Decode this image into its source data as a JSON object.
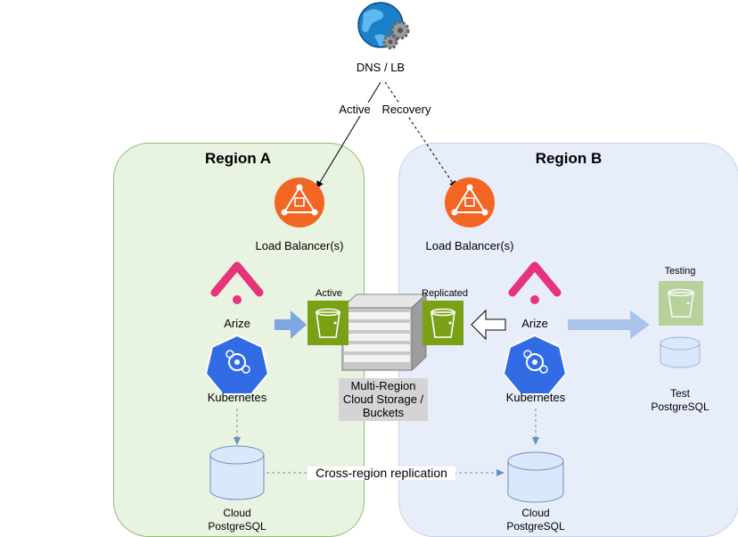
{
  "dns": {
    "label": "DNS / LB"
  },
  "links": {
    "active": "Active",
    "recovery": "Recovery"
  },
  "region_a": {
    "title": "Region A",
    "load_balancer": "Load Balancer(s)",
    "app": "Arize",
    "orchestrator": "Kubernetes",
    "db": [
      "Cloud",
      "PostgreSQL"
    ],
    "bucket_label": "Active"
  },
  "region_b": {
    "title": "Region B",
    "load_balancer": "Load Balancer(s)",
    "app": "Arize",
    "orchestrator": "Kubernetes",
    "db": [
      "Cloud",
      "PostgreSQL"
    ],
    "bucket_label": "Replicated",
    "testing_label": "Testing",
    "test_db": [
      "Test",
      "PostgreSQL"
    ]
  },
  "storage": {
    "lines": [
      "Multi-Region",
      "Cloud Storage /",
      "Buckets"
    ]
  },
  "replication": {
    "label": "Cross-region replication"
  },
  "colors": {
    "region_a_fill": "#e9f3e1",
    "region_b_fill": "#e7eefa",
    "lb_orange": "#f26522",
    "arize_pink": "#e6337a",
    "k8s_blue": "#326ce5",
    "bucket_green": "#7aa116",
    "db_blue": "#dae8fc",
    "flow_arrow": "#7ea6e0"
  }
}
